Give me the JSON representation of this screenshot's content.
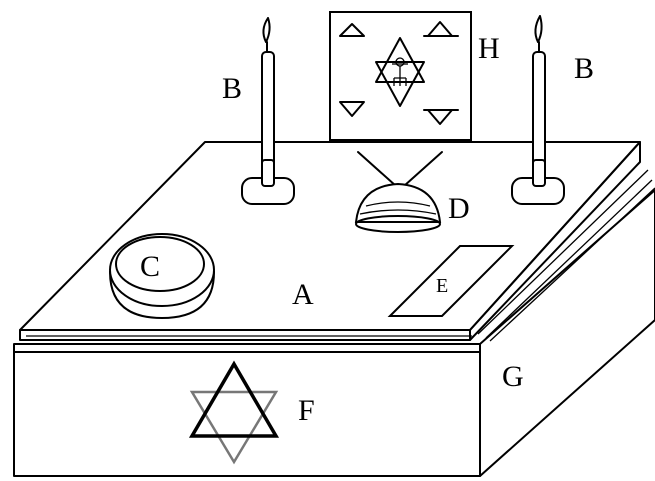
{
  "labels": {
    "A": "A",
    "B_left": "B",
    "B_right": "B",
    "C": "C",
    "D": "D",
    "E": "E",
    "F": "F",
    "G": "G",
    "H": "H"
  },
  "colors": {
    "background": "#ffffff",
    "line": "#000000",
    "star_gray": "#777777"
  }
}
